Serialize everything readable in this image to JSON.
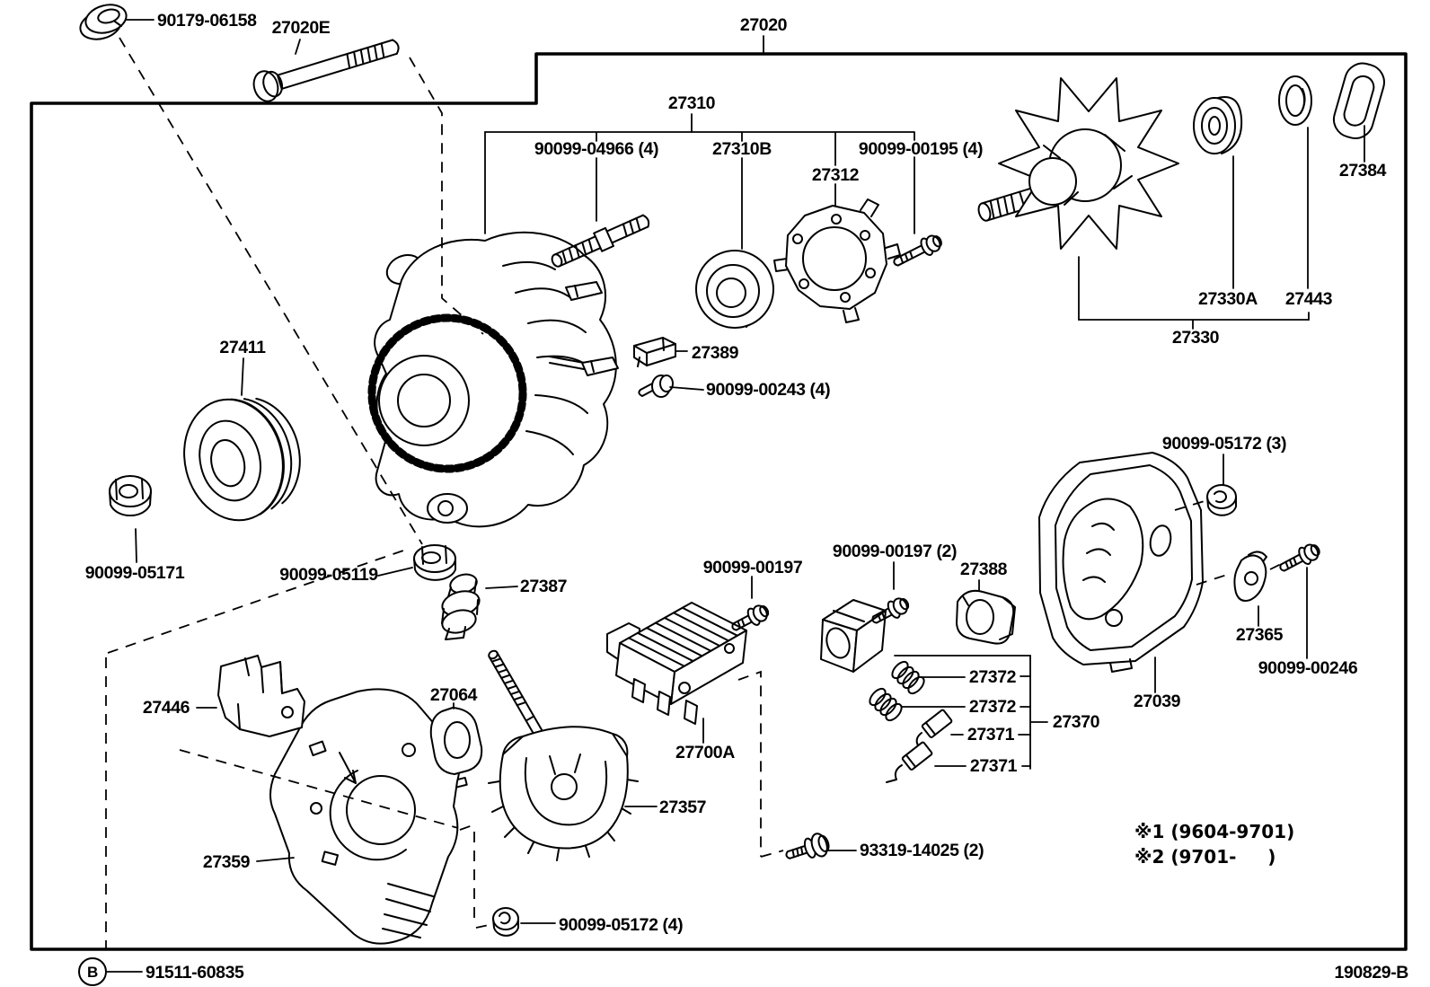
{
  "diagram": {
    "drawing_code": "190829-B",
    "background": "#ffffff",
    "line_color": "#000000",
    "type": "exploded-parts-diagram",
    "main_assembly": "27020"
  },
  "labels": {
    "p90179_06158": "90179-06158",
    "p27020E": "27020E",
    "p27020": "27020",
    "p27310": "27310",
    "p90099_04966": "90099-04966 (4)",
    "p27310B": "27310B",
    "p27312": "27312",
    "p90099_00195": "90099-00195 (4)",
    "p27384": "27384",
    "p27330A": "27330A",
    "p27443": "27443",
    "p27330": "27330",
    "p27411": "27411",
    "p27389": "27389",
    "p90099_00243": "90099-00243 (4)",
    "p90099_05171": "90099-05171",
    "p90099_05119": "90099-05119",
    "p27387": "27387",
    "p90099_05172_3": "90099-05172 (3)",
    "p90099_00197": "90099-00197",
    "p90099_00197_2": "90099-00197 (2)",
    "p27388": "27388",
    "p27365": "27365",
    "p90099_00246": "90099-00246",
    "p27039": "27039",
    "p27372a": "27372",
    "p27372b": "27372",
    "p27371a": "27371",
    "p27371b": "27371",
    "p27370": "27370",
    "p27700A": "27700A",
    "p27446": "27446",
    "p27064": "27064",
    "p27357": "27357",
    "p27359": "27359",
    "p93319_14025": "93319-14025 (2)",
    "p90099_05172_4": "90099-05172 (4)",
    "p91511_60835": "91511-60835"
  },
  "notes": {
    "note1": "※1 (9604-9701)",
    "note2": "※2 (9701-     )"
  },
  "reference": {
    "circle": "B",
    "part": "91511-60835"
  }
}
